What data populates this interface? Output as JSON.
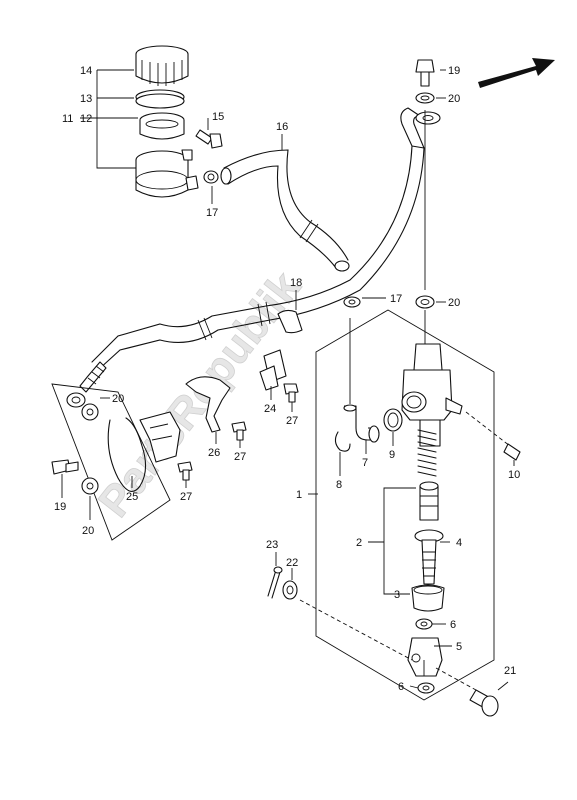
{
  "watermark": "PartsRepublik",
  "callouts": {
    "c1": "1",
    "c2": "2",
    "c3": "3",
    "c4": "4",
    "c5": "5",
    "c6a": "6",
    "c6b": "6",
    "c7": "7",
    "c8": "8",
    "c9": "9",
    "c10": "10",
    "c11": "11",
    "c12": "12",
    "c13": "13",
    "c14": "14",
    "c15": "15",
    "c16": "16",
    "c17a": "17",
    "c17b": "17",
    "c18": "18",
    "c19a": "19",
    "c19b": "19",
    "c20a": "20",
    "c20b": "20",
    "c20c": "20",
    "c20d": "20",
    "c21": "21",
    "c22": "22",
    "c23": "23",
    "c24": "24",
    "c25": "25",
    "c26": "26",
    "c27a": "27",
    "c27b": "27",
    "c27c": "27"
  },
  "icons": {
    "front_arrow": "arrow-up-right-icon"
  }
}
